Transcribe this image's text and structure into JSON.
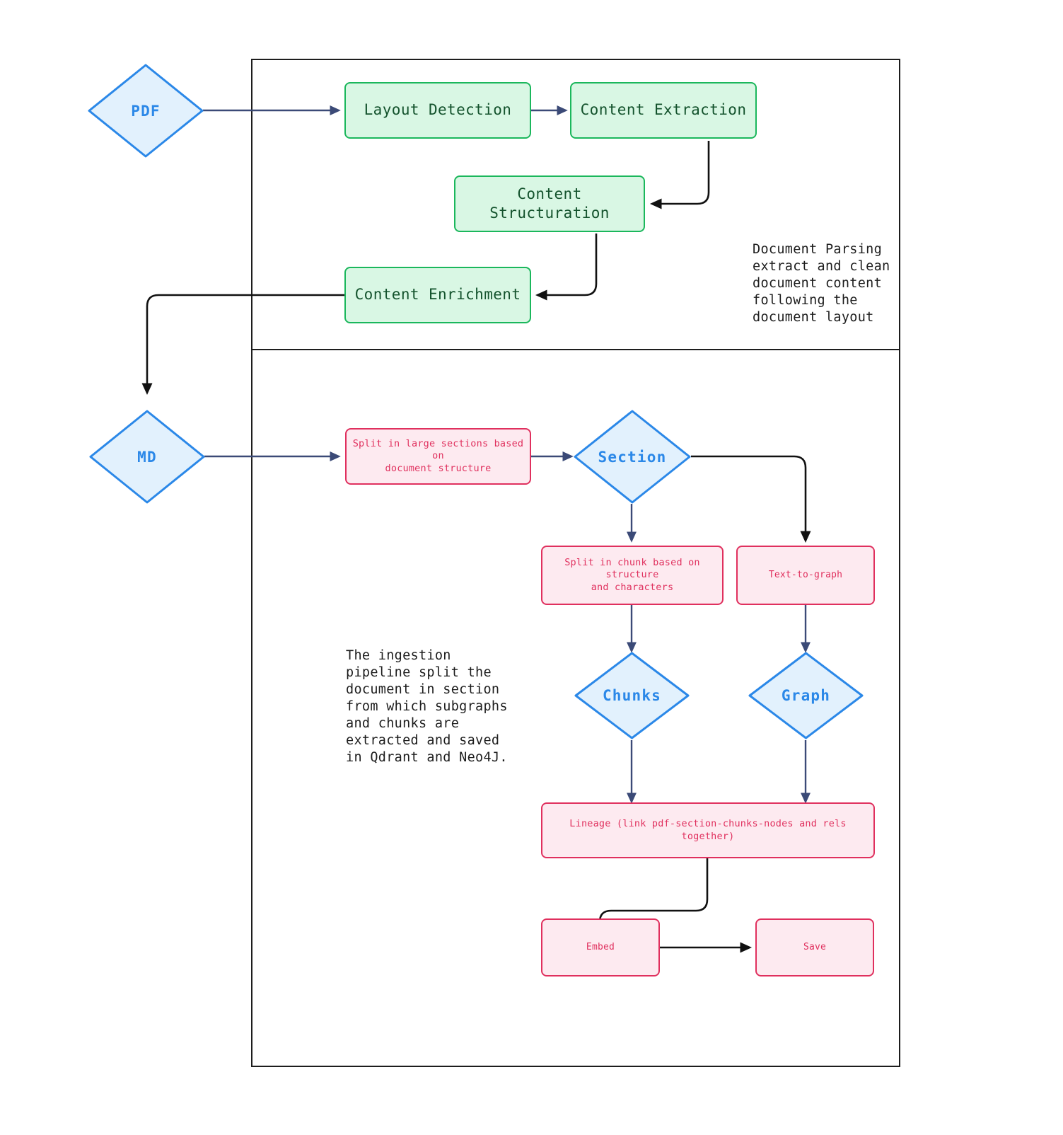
{
  "diagram": {
    "title": "Document ingestion pipeline flowchart",
    "colors": {
      "green_fill": "#d9f7e4",
      "green_stroke": "#1bb75c",
      "green_text": "#14532d",
      "pink_fill": "#fdeaf0",
      "pink_stroke": "#e0305e",
      "pink_text": "#e0305e",
      "diamond_fill": "#e2f1fd",
      "diamond_stroke": "#2b88e8",
      "diamond_text": "#2b88e8",
      "edge_navy": "#3b4a77",
      "edge_black": "#111111",
      "container_stroke": "#1d1d1d"
    },
    "containers": [
      {
        "name": "document-parsing-subgraph"
      },
      {
        "name": "ingestion-pipeline-subgraph"
      }
    ],
    "nodes": {
      "pdf": "PDF",
      "layout_detection": "Layout Detection",
      "content_extraction": "Content Extraction",
      "content_structuration": "Content Structuration",
      "content_enrichment": "Content Enrichment",
      "md": "MD",
      "split_sections_line1": "Split in large sections based on",
      "split_sections_line2": "document structure",
      "section": "Section",
      "split_chunk_line1": "Split in chunk based on structure",
      "split_chunk_line2": "and characters",
      "text_to_graph": "Text-to-graph",
      "chunks": "Chunks",
      "graph": "Graph",
      "lineage": "Lineage (link pdf-section-chunks-nodes and rels together)",
      "embed": "Embed",
      "save": "Save"
    },
    "annotations": {
      "document_parsing": "Document Parsing\nextract and clean\ndocument content\nfollowing the\ndocument layout",
      "ingestion_pipeline": "The ingestion\npipeline split the\ndocument in section\nfrom which subgraphs\nand chunks are\nextracted and saved\nin Qdrant and Neo4J."
    }
  }
}
